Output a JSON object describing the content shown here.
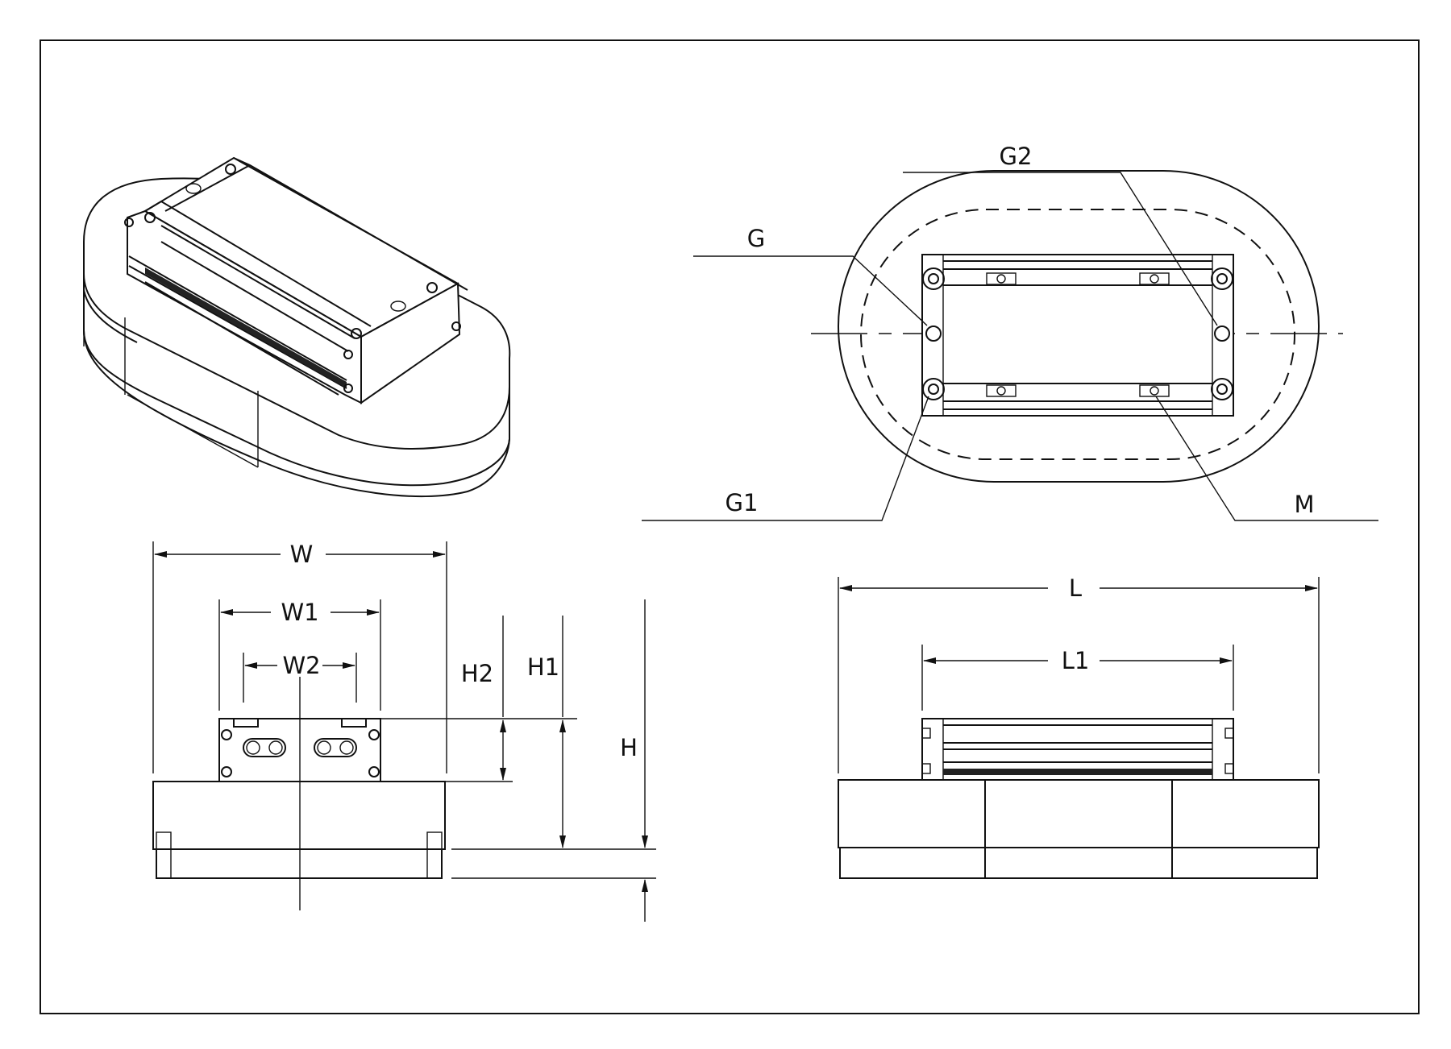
{
  "labels": {
    "W": "W",
    "W1": "W1",
    "W2": "W2",
    "H": "H",
    "H1": "H1",
    "H2": "H2",
    "L": "L",
    "L1": "L1",
    "G": "G",
    "G1": "G1",
    "G2": "G2",
    "M": "M"
  },
  "colors": {
    "line": "#111111",
    "background": "#ffffff"
  }
}
